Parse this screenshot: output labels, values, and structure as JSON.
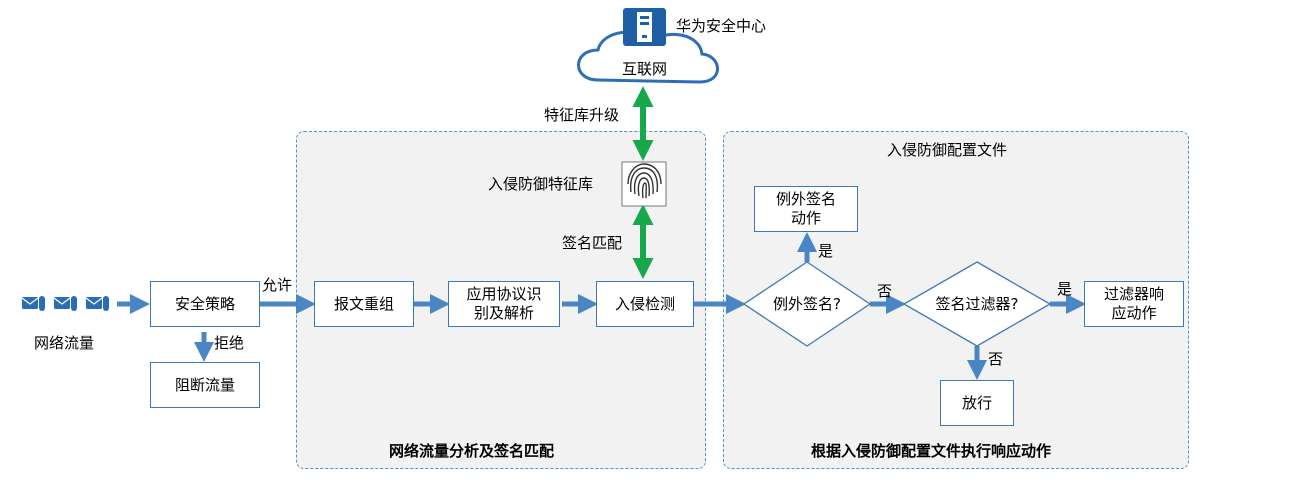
{
  "colors": {
    "arrow_blue": "#4a86c5",
    "arrow_green": "#17a84b",
    "box_border": "#3f78b5",
    "panel_border": "#5b8fc7",
    "panel_fill": "#f2f2f2",
    "server_blue": "#1f5fa6"
  },
  "source": {
    "label": "网络流量",
    "icon": "mail-icons"
  },
  "policy": {
    "label": "安全策略",
    "allow": "允许",
    "deny": "拒绝",
    "block": "阻断流量"
  },
  "cloud": {
    "label": "互联网",
    "center": "华为安全中心"
  },
  "signature_db": {
    "label": "入侵防御特征库",
    "upgrade": "特征库升级",
    "match": "签名匹配"
  },
  "left_panel": {
    "title": "网络流量分析及签名匹配",
    "steps": [
      "报文重组",
      "应用协议识别及解析",
      "入侵检测"
    ]
  },
  "right_panel": {
    "header": "入侵防御配置文件",
    "title": "根据入侵防御配置文件执行响应动作",
    "decision1": "例外签名?",
    "decision2": "签名过滤器?",
    "exception_action": "例外签名动作",
    "filter_action": "过滤器响应动作",
    "pass": "放行",
    "yes": "是",
    "no": "否"
  }
}
